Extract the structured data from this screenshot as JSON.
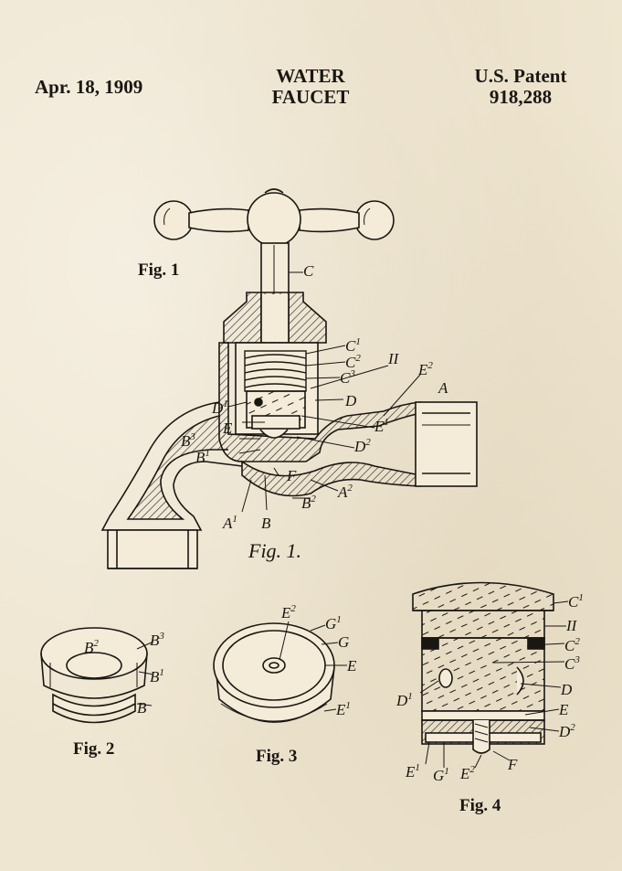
{
  "header": {
    "date": "Apr. 18, 1909",
    "title_line1": "WATER",
    "title_line2": "FAUCET",
    "patent_line1": "U.S. Patent",
    "patent_line2": "918,288"
  },
  "figures": {
    "fig1": "Fig. 1",
    "fig1_script": "Fig. 1.",
    "fig2": "Fig. 2",
    "fig3": "Fig. 3",
    "fig4": "Fig. 4"
  },
  "labels": {
    "c": "C",
    "c1": "C",
    "c1s": "1",
    "c2": "C",
    "c2s": "2",
    "c3": "C",
    "c3s": "3",
    "ii": "II",
    "e2": "E",
    "e2s": "2",
    "a": "A",
    "d1": "D",
    "d1s": "1",
    "d": "D",
    "e": "E",
    "e1": "E",
    "e1s": "1",
    "b3": "B",
    "b3s": "3",
    "b1": "B",
    "b1s": "1",
    "d2": "D",
    "d2s": "2",
    "f": "F",
    "a1": "A",
    "a1s": "1",
    "b": "B",
    "b2": "B",
    "b2s": "2",
    "a2": "A",
    "a2s": "2",
    "fig2_b2": "B",
    "fig2_b2s": "2",
    "fig2_b3": "B",
    "fig2_b3s": "3",
    "fig2_b1": "B",
    "fig2_b1s": "1",
    "fig2_b": "B",
    "fig3_e2": "E",
    "fig3_e2s": "2",
    "fig3_g1": "G",
    "fig3_g1s": "1",
    "fig3_g": "G",
    "fig3_e": "E",
    "fig3_e1": "E",
    "fig3_e1s": "1",
    "fig4_c1": "C",
    "fig4_c1s": "1",
    "fig4_ii": "II",
    "fig4_c2": "C",
    "fig4_c2s": "2",
    "fig4_c3": "C",
    "fig4_c3s": "3",
    "fig4_d": "D",
    "fig4_e": "E",
    "fig4_d2": "D",
    "fig4_d2s": "2",
    "fig4_d1": "D",
    "fig4_d1s": "1",
    "fig4_e1": "E",
    "fig4_e1s": "1",
    "fig4_g1": "G",
    "fig4_g1s": "1",
    "fig4_e2": "E",
    "fig4_e2s": "2",
    "fig4_f": "F"
  }
}
